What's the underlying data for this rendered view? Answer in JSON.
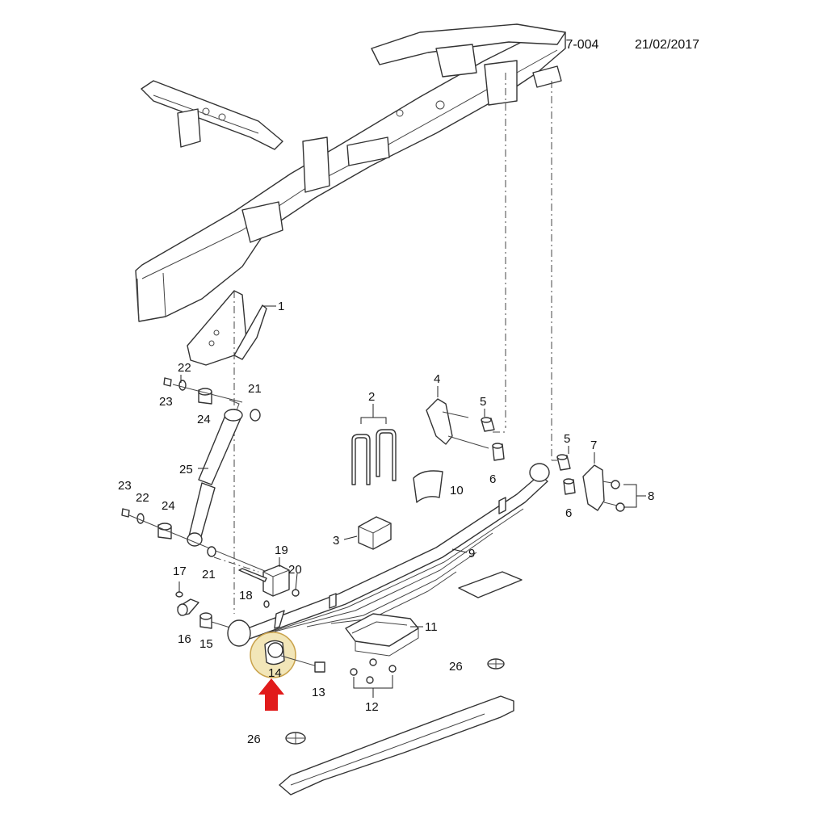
{
  "header": {
    "code": "B507-004",
    "date": "21/02/2017"
  },
  "labels": {
    "p1": "1",
    "p2": "2",
    "p3": "3",
    "p4": "4",
    "p5a": "5",
    "p5b": "5",
    "p6a": "6",
    "p6b": "6",
    "p7": "7",
    "p8": "8",
    "p9": "9",
    "p10": "10",
    "p11": "11",
    "p12": "12",
    "p13": "13",
    "p14": "14",
    "p15": "15",
    "p16": "16",
    "p17": "17",
    "p18": "18",
    "p19": "19",
    "p20": "20",
    "p21a": "21",
    "p21b": "21",
    "p22a": "22",
    "p22b": "22",
    "p23a": "23",
    "p23b": "23",
    "p24a": "24",
    "p24b": "24",
    "p25": "25",
    "p26a": "26",
    "p26b": "26"
  },
  "colors": {
    "highlight_fill": "#f2e6b8",
    "highlight_stroke": "#c9a24a",
    "arrow": "#e11b1b"
  },
  "icons": {
    "pointer": "red-down-arrow-icon"
  }
}
